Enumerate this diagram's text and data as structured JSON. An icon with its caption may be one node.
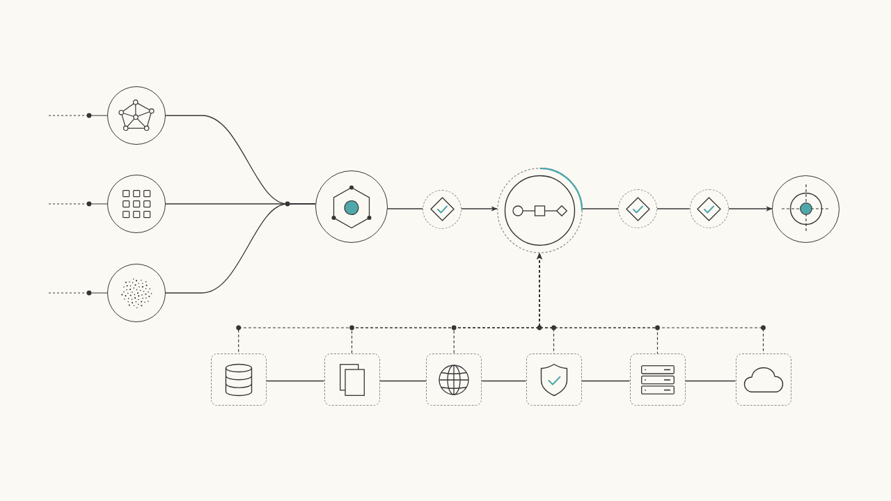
{
  "diagram": {
    "nodes": [
      {
        "text": [],
        "shape": "circle"
      },
      {
        "text": [],
        "shape": "circle"
      },
      {
        "text": [],
        "shape": "circle"
      },
      {
        "text": [],
        "shape": "circle"
      },
      {
        "text": [],
        "shape": "circle"
      },
      {
        "text": [],
        "shape": "circle"
      },
      {
        "text": [],
        "shape": "circle"
      },
      {
        "text": [],
        "shape": "circle"
      },
      {
        "text": [],
        "shape": "circle"
      },
      {
        "text": [],
        "shape": "box"
      },
      {
        "text": [],
        "shape": "box"
      },
      {
        "text": [],
        "shape": "box"
      },
      {
        "text": [],
        "shape": "box"
      },
      {
        "text": [],
        "shape": "box"
      },
      {
        "text": [],
        "shape": "box"
      }
    ],
    "edges": [
      {
        "from": null,
        "to": 0,
        "arrow": "none",
        "style": "dashed"
      },
      {
        "from": null,
        "to": 1,
        "arrow": "none",
        "style": "dashed"
      },
      {
        "from": null,
        "to": 2,
        "arrow": "none",
        "style": "dashed"
      },
      {
        "from": 0,
        "to": 3,
        "arrow": "none"
      },
      {
        "from": 1,
        "to": 3,
        "arrow": "none"
      },
      {
        "from": 2,
        "to": 3,
        "arrow": "none"
      },
      {
        "from": 3,
        "to": 4,
        "arrow": "none"
      },
      {
        "from": 4,
        "to": 5,
        "arrow": "to"
      },
      {
        "from": 5,
        "to": 6,
        "arrow": "none"
      },
      {
        "from": 6,
        "to": 7,
        "arrow": "none"
      },
      {
        "from": 7,
        "to": 8,
        "arrow": "to"
      },
      {
        "from": 9,
        "to": 10,
        "arrow": "none"
      },
      {
        "from": 10,
        "to": 11,
        "arrow": "none"
      },
      {
        "from": 11,
        "to": 12,
        "arrow": "none"
      },
      {
        "from": 12,
        "to": 13,
        "arrow": "none"
      },
      {
        "from": 13,
        "to": 14,
        "arrow": "none"
      },
      {
        "from": 9,
        "to": 5,
        "arrow": "to",
        "style": "dashed"
      },
      {
        "from": 10,
        "to": 5,
        "arrow": "to",
        "style": "dashed"
      },
      {
        "from": 11,
        "to": 5,
        "arrow": "to",
        "style": "dashed"
      },
      {
        "from": 12,
        "to": 5,
        "arrow": "to",
        "style": "dashed"
      },
      {
        "from": 13,
        "to": 5,
        "arrow": "to",
        "style": "dashed"
      },
      {
        "from": 14,
        "to": 5,
        "arrow": "to",
        "style": "dashed"
      }
    ]
  }
}
